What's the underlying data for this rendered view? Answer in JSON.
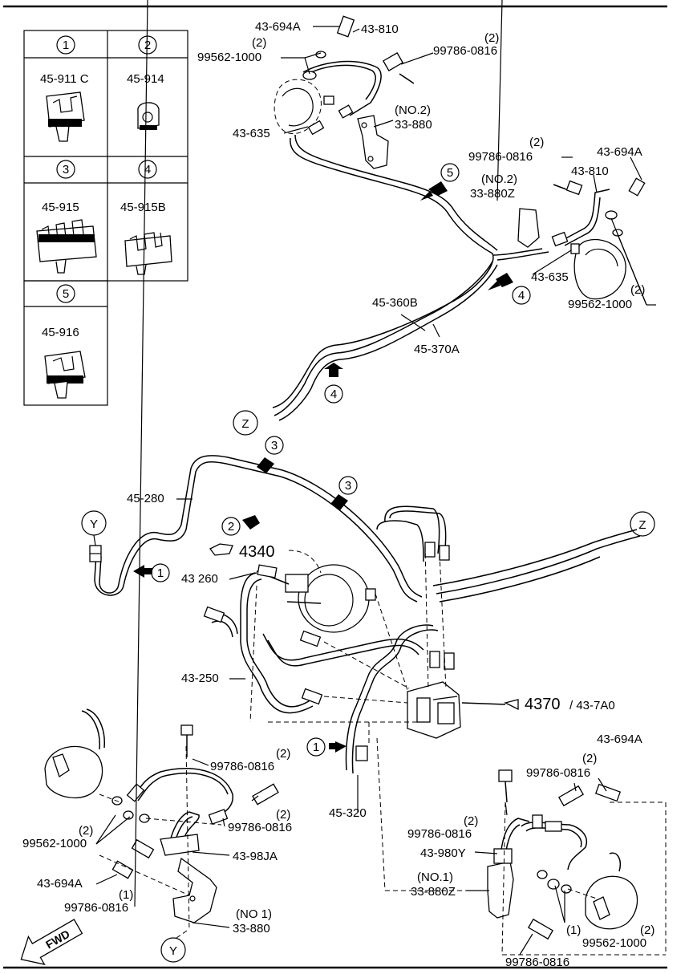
{
  "legend": [
    {
      "no": "1",
      "part": "45-911 C"
    },
    {
      "no": "2",
      "part": "45-914"
    },
    {
      "no": "3",
      "part": "45-915"
    },
    {
      "no": "4",
      "part": "45-915B"
    },
    {
      "no": "5",
      "part": "45-916"
    }
  ],
  "labels": {
    "l_43694a_top": "43-694A",
    "l_43810_top": "43-810",
    "l_2_top_a": "(2)",
    "l_99562_top": "99562-1000",
    "l_2_top_b": "(2)",
    "l_99786_top": "99786-0816",
    "l_no2_top": "(NO.2)",
    "l_33880_top": "33-880",
    "l_43635_top": "43-635",
    "l_2_right_a": "(2)",
    "l_99786_right": "99786-0816",
    "l_43694a_right": "43-694A",
    "l_no2_right": "(NO.2)",
    "l_43810_right": "43-810",
    "l_33880z_right": "33-880Z",
    "l_43635_right": "43-635",
    "l_2_right_b": "(2)",
    "l_99562_right": "99562-1000",
    "l_45360b": "45-360B",
    "l_45370a": "45-370A",
    "l_45280": "45-280",
    "l_4340": "4340",
    "l_43260": "43 260",
    "l_43250": "43-250",
    "l_4370": "4370",
    "l_437a0": "/ 43-7A0",
    "l_2_low_a": "(2)",
    "l_99786_low_a": "99786-0816",
    "l_2_low_b": "(2)",
    "l_99786_low_b": "99786-0816",
    "l_2_low_c": "(2)",
    "l_99562_low": "99562-1000",
    "l_43980a": "43-98JA",
    "l_43694a_low": "43-694A",
    "l_1_low": "(1)",
    "l_99786_low_c": "99786-0816",
    "l_no1_low": "(NO 1)",
    "l_33880_low": "33-880",
    "l_45320": "45-320",
    "l_43694a_br": "43-694A",
    "l_2_br_a": "(2)",
    "l_99786_br_a": "99786-0816",
    "l_2_br_b": "(2)",
    "l_99786_br_b": "99786-0816",
    "l_43980y": "43-980Y",
    "l_no1_br": "(NO.1)",
    "l_33880z_br": "33-880Z",
    "l_1_br": "(1)",
    "l_2_br_c": "(2)",
    "l_99562_br": "99562-1000",
    "l_99786_br_c": "99786-0816",
    "fwd": "FWD"
  },
  "markers": {
    "z": "Z",
    "y": "Y",
    "n1": "1",
    "n2": "2",
    "n3": "3",
    "n4": "4",
    "n5": "5"
  }
}
